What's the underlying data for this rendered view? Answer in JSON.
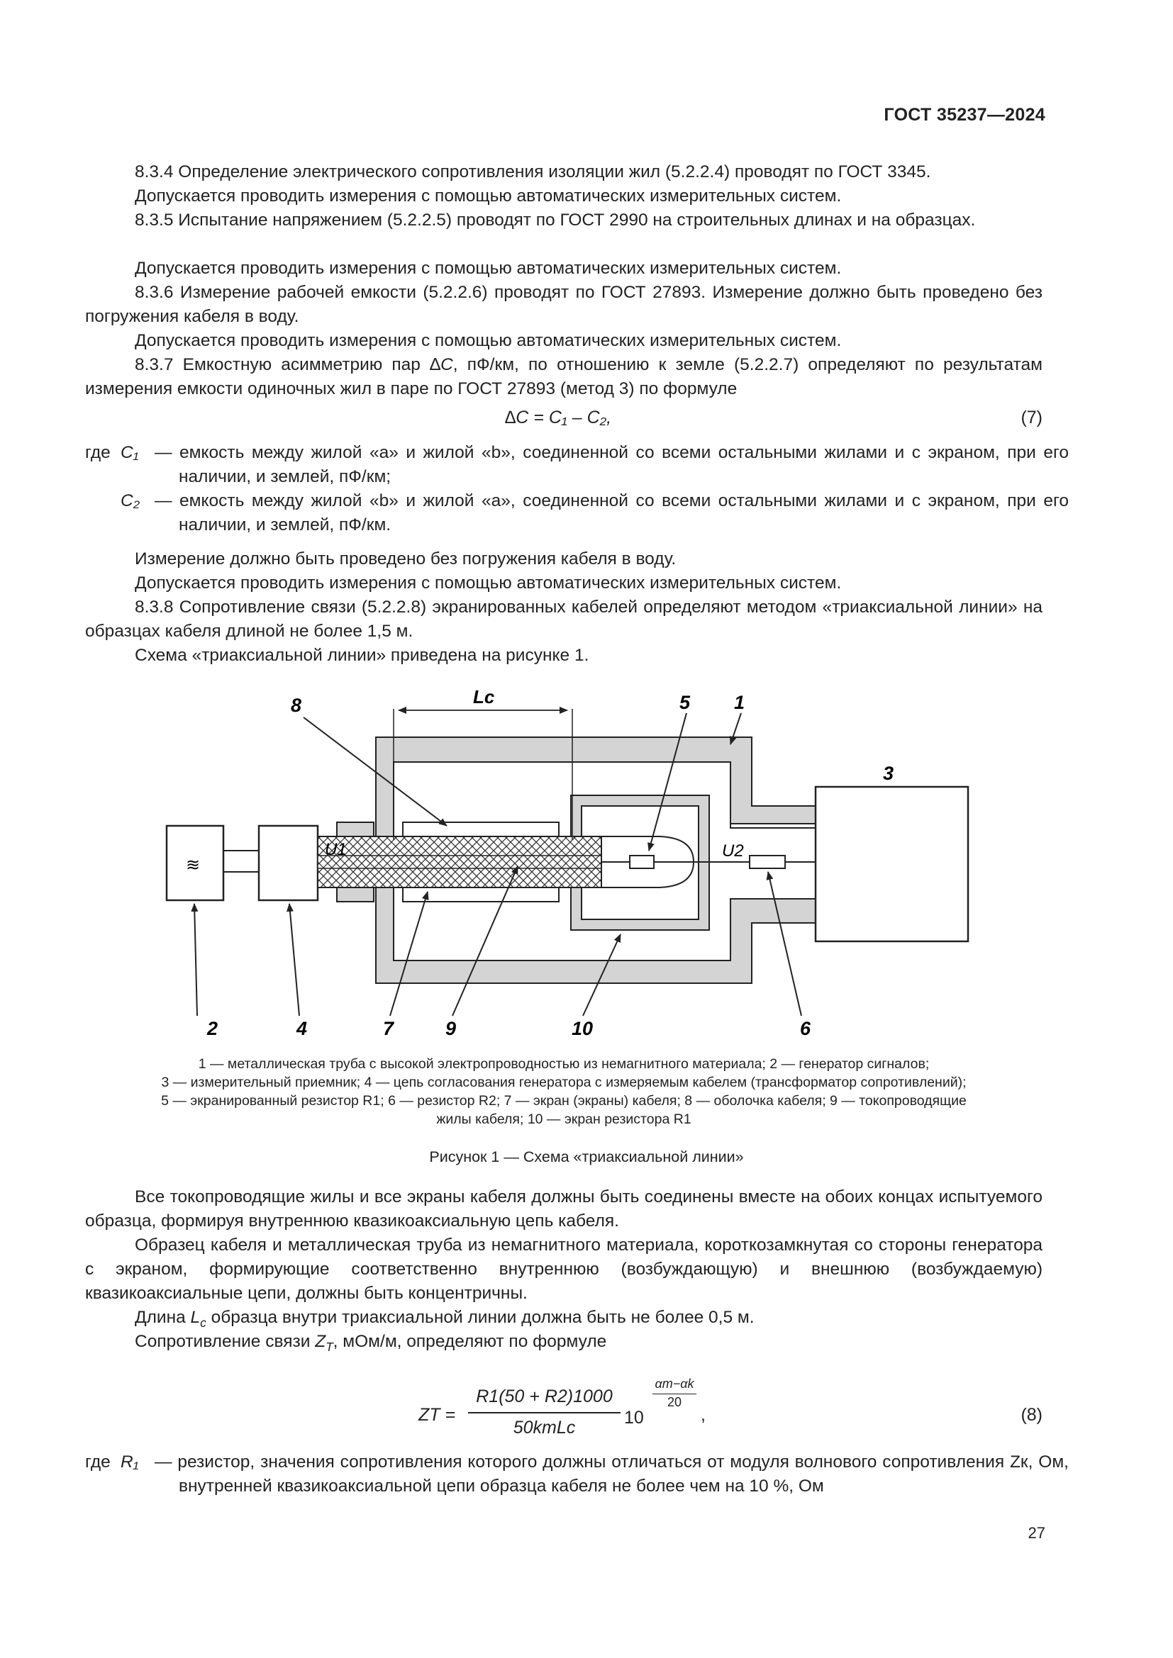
{
  "header": {
    "doc_id": "ГОСТ 35237—2024"
  },
  "paragraphs": {
    "p834": "8.3.4 Определение электрического сопротивления изоляции жил (5.2.2.4) проводят по ГОСТ 3345.",
    "allowed": "Допускается проводить измерения с помощью автоматических измерительных систем.",
    "p835": "8.3.5 Испытание напряжением (5.2.2.5) проводят по ГОСТ 2990 на строительных длинах и на образцах.",
    "p836": "8.3.6 Измерение рабочей емкости (5.2.2.6) проводят по ГОСТ 27893. Измерение должно быть проведено без погружения кабеля в воду.",
    "p837a": "8.3.7 Емкостную асимметрию пар ∆",
    "p837b": ", пФ/км, по отношению к земле (5.2.2.7) определяют по результатам измерения емкости одиночных жил в паре по ГОСТ 27893 (метод 3) по формуле",
    "no_water": "Измерение должно быть проведено без погружения кабеля в воду.",
    "p838": "8.3.8 Сопротивление связи (5.2.2.8) экранированных кабелей определяют методом «триаксиальной линии» на образцах кабеля длиной не более 1,5 м.",
    "scheme_ref": "Схема «триаксиальной линии» приведена на рисунке 1.",
    "all_joined": "Все токопроводящие жилы и все экраны кабеля должны быть соединены вместе на обоих концах испытуемого образца, формируя внутреннюю квазикоаксиальную цепь кабеля.",
    "sample": "Образец кабеля и металлическая труба из немагнитного материала, короткозамкнутая со стороны генератора с экраном, формирующие соответственно внутреннюю (возбуждающую) и внешнюю (возбуждаемую) квазикоаксиальные цепи, должны быть концентричны.",
    "length_a": "Длина ",
    "length_b": " образца внутри триаксиальной линии должна быть не более 0,5 м.",
    "zt_a": "Сопротивление связи ",
    "zt_b": ", мОм/м, определяют по формуле"
  },
  "formula7": {
    "text": "∆C = C₁ – C₂,",
    "number": "(7)"
  },
  "where7": {
    "prefix": "где",
    "c1_sym": "C₁",
    "c1_text": "— емкость между жилой «a» и жилой «b», соединенной со всеми остальными жилами и с экраном, при его наличии, и землей, пФ/км;",
    "c2_sym": "C₂",
    "c2_text": "— емкость между жилой «b» и жилой «a», соединенной со всеми остальными жилами и с экраном, при его наличии, и землей, пФ/км."
  },
  "figure": {
    "lc_label": "Lc",
    "u1_label": "U1",
    "u2_label": "U2",
    "callouts": [
      "1",
      "2",
      "3",
      "4",
      "5",
      "6",
      "7",
      "8",
      "9",
      "10"
    ],
    "legend_lines": [
      "1 — металлическая труба с высокой электропроводностью из немагнитного материала; 2 — генератор сигналов;",
      "3 — измерительный приемник; 4 — цепь согласования генератора с измеряемым кабелем (трансформатор сопротивлений);",
      "5 — экранированный резистор R1; 6 — резистор R2; 7 — экран (экраны) кабеля; 8 — оболочка кабеля; 9 — токопроводящие",
      "жилы кабеля; 10 — экран резистора R1"
    ],
    "title": "Рисунок 1 — Схема «триаксиальной линии»"
  },
  "formula8": {
    "lhs": "ZT =",
    "numerator": "R1(50 + R2)1000",
    "denominator": "50kmLc",
    "base": "10",
    "exp_num": "αm−αk",
    "exp_den": "20",
    "comma": ",",
    "number": "(8)"
  },
  "where8": {
    "prefix": "где",
    "r1_sym": "R₁",
    "r1_text": "— резистор, значения сопротивления которого должны отличаться от модуля волнового сопротивления Zк, Ом, внутренней квазикоаксиальной цепи образца кабеля не более чем на 10 %, Ом"
  },
  "page_number": "27"
}
